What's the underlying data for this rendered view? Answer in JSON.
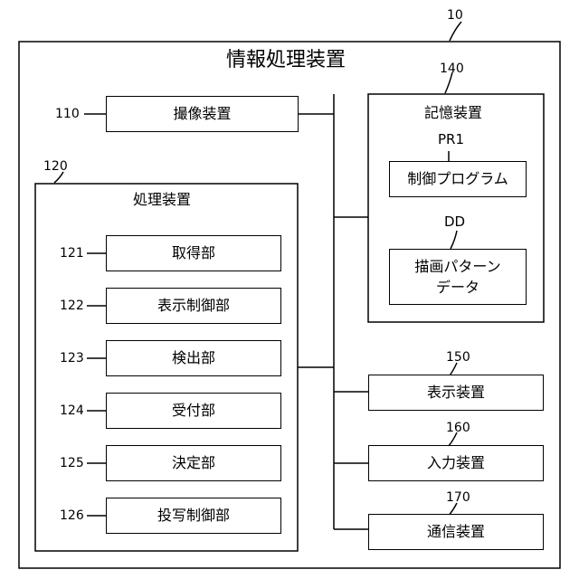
{
  "device": {
    "ref": "10",
    "title": "情報処理装置"
  },
  "imaging": {
    "ref": "110",
    "label": "撮像装置"
  },
  "processing": {
    "ref": "120",
    "title": "処理装置",
    "units": [
      {
        "ref": "121",
        "label": "取得部"
      },
      {
        "ref": "122",
        "label": "表示制御部"
      },
      {
        "ref": "123",
        "label": "検出部"
      },
      {
        "ref": "124",
        "label": "受付部"
      },
      {
        "ref": "125",
        "label": "決定部"
      },
      {
        "ref": "126",
        "label": "投写制御部"
      }
    ]
  },
  "storage": {
    "ref": "140",
    "title": "記憶装置",
    "program": {
      "ref": "PR1",
      "label": "制御プログラム"
    },
    "pattern": {
      "ref": "DD",
      "line1": "描画パターン",
      "line2": "データ"
    }
  },
  "display": {
    "ref": "150",
    "label": "表示装置"
  },
  "input": {
    "ref": "160",
    "label": "入力装置"
  },
  "comm": {
    "ref": "170",
    "label": "通信装置"
  }
}
